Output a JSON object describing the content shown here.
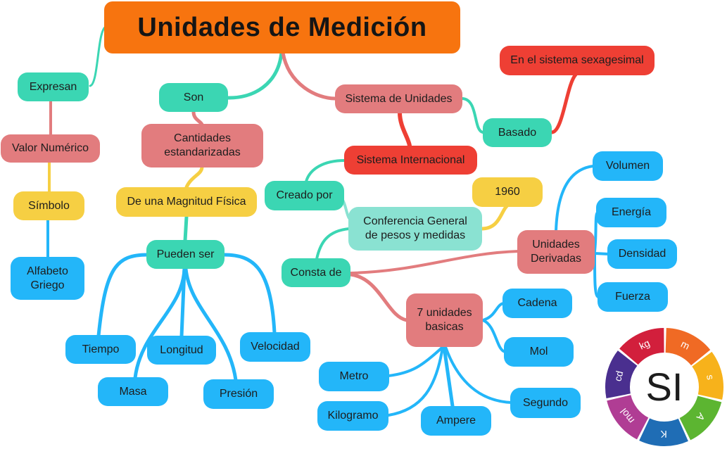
{
  "title": "Unidades de Medición",
  "nodes": {
    "expresan": "Expresan",
    "valor_numerico": "Valor Numérico",
    "simbolo": "Símbolo",
    "alfabeto_griego": "Alfabeto\nGriego",
    "son": "Son",
    "cantidades_estandarizadas": "Cantidades\nestandarizadas",
    "magnitud_fisica": "De una Magnitud Física",
    "pueden_ser": "Pueden ser",
    "tiempo": "Tiempo",
    "longitud": "Longitud",
    "velocidad": "Velocidad",
    "masa": "Masa",
    "presion": "Presión",
    "sistema_unidades": "Sistema de Unidades",
    "basado": "Basado",
    "sexagesimal": "En el sistema sexagesimal",
    "sistema_internacional": "Sistema Internacional",
    "creado_por": "Creado por",
    "conferencia": "Conferencia General\nde pesos y medidas",
    "anio": "1960",
    "consta_de": "Consta de",
    "unidades_derivadas": "Unidades\nDerivadas",
    "volumen": "Volumen",
    "energia": "Energía",
    "densidad": "Densidad",
    "fuerza": "Fuerza",
    "siete_unidades": "7 unidades\nbasicas",
    "cadena": "Cadena",
    "mol": "Mol",
    "metro": "Metro",
    "kilogramo": "Kilogramo",
    "ampere": "Ampere",
    "segundo": "Segundo"
  },
  "si_badge": {
    "center": "SI",
    "segments": [
      {
        "label": "kg",
        "color": "#d21f3c"
      },
      {
        "label": "m",
        "color": "#f06a24"
      },
      {
        "label": "s",
        "color": "#f7b21b"
      },
      {
        "label": "A",
        "color": "#5cb531"
      },
      {
        "label": "K",
        "color": "#1f6db5"
      },
      {
        "label": "mol",
        "color": "#b03d94"
      },
      {
        "label": "cd",
        "color": "#4a2f8f"
      }
    ]
  },
  "colors": {
    "title": "#f7740f",
    "teal": "#3bd6b3",
    "pink": "#e27c7e",
    "yellow": "#f6cf43",
    "blue": "#23b6f9",
    "red": "#ee3f34",
    "mint": "#8ae2d2"
  }
}
